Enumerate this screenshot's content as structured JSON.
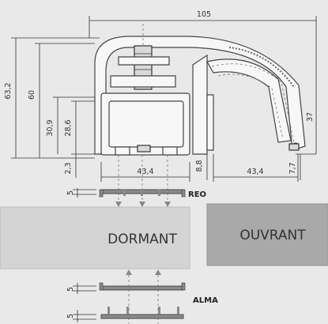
{
  "dimensions": {
    "top_width": "105",
    "total_height": "63,2",
    "frame_height": "60",
    "inner_height": "30,9",
    "inner_height_2": "28,6",
    "base_offset": "2,3",
    "dormant_width": "43,4",
    "sash_offset": "8,8",
    "ouvrant_width": "43,4",
    "right_height": "37",
    "right_base": "7,7",
    "reo_thickness": "5",
    "alma_thickness": "5",
    "bottom_thickness": "5"
  },
  "labels": {
    "reo": "REO",
    "dormant": "DORMANT",
    "ouvrant": "OUVRANT",
    "alma": "ALMA"
  },
  "colors": {
    "background": "#e9e9e9",
    "panel_light": "#d4d4d4",
    "panel_dark": "#a9a9a9",
    "profile_stroke": "#444444"
  }
}
